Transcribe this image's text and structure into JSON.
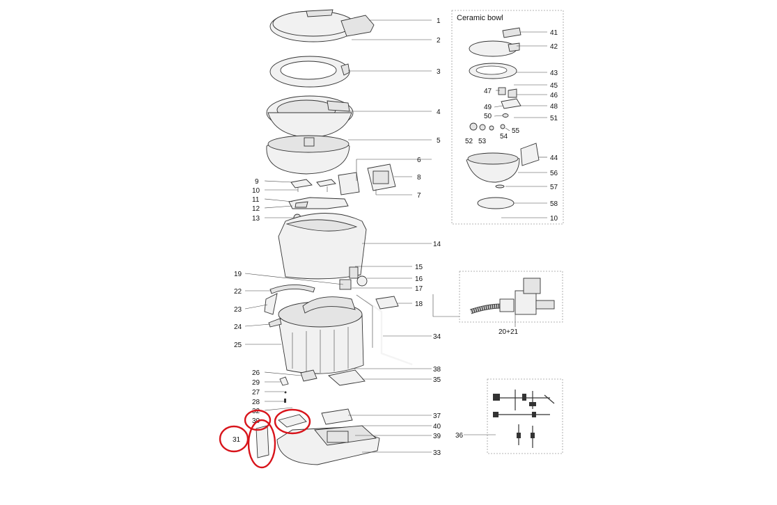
{
  "inset_title": "Ceramic bowl",
  "labels": {
    "l1": "1",
    "l2": "2",
    "l3": "3",
    "l4": "4",
    "l5": "5",
    "l6": "6",
    "l7": "7",
    "l8": "8",
    "l9": "9",
    "l10": "10",
    "l11": "11",
    "l12": "12",
    "l13": "13",
    "l14": "14",
    "l15": "15",
    "l16": "16",
    "l17": "17",
    "l18": "18",
    "l19": "19",
    "l20_21": "20+21",
    "l22": "22",
    "l23": "23",
    "l24": "24",
    "l25": "25",
    "l26": "26",
    "l27": "27",
    "l28": "28",
    "l29": "29",
    "l30": "30",
    "l31": "31",
    "l32": "32",
    "l33": "33",
    "l34": "34",
    "l35": "35",
    "l36": "36",
    "l37": "37",
    "l38": "38",
    "l39": "39",
    "l40": "40",
    "l41": "41",
    "l42": "42",
    "l43": "43",
    "l44": "44",
    "l45": "45",
    "l46": "46",
    "l47": "47",
    "l48": "48",
    "l49": "49",
    "l50": "50",
    "l51": "51",
    "l52": "52",
    "l53": "53",
    "l54": "54",
    "l55": "55",
    "l56": "56",
    "l57": "57",
    "l58": "58",
    "l10b": "10"
  },
  "highlight_color": "#d8141b"
}
